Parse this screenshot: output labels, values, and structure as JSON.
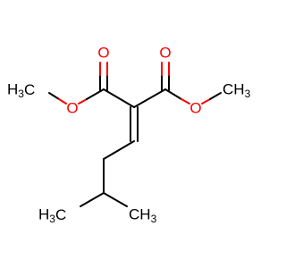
{
  "molecule": {
    "colors": {
      "carbon": "#000000",
      "oxygen": "#ff0000"
    },
    "labels": {
      "left_carbonyl_o": "O",
      "right_carbonyl_o": "O",
      "left_ester_o": "O",
      "right_ester_o": "O",
      "left_methyl": "H3C",
      "right_methyl": "CH3",
      "bottom_left_methyl": "H3C",
      "bottom_right_methyl": "CH3"
    }
  }
}
